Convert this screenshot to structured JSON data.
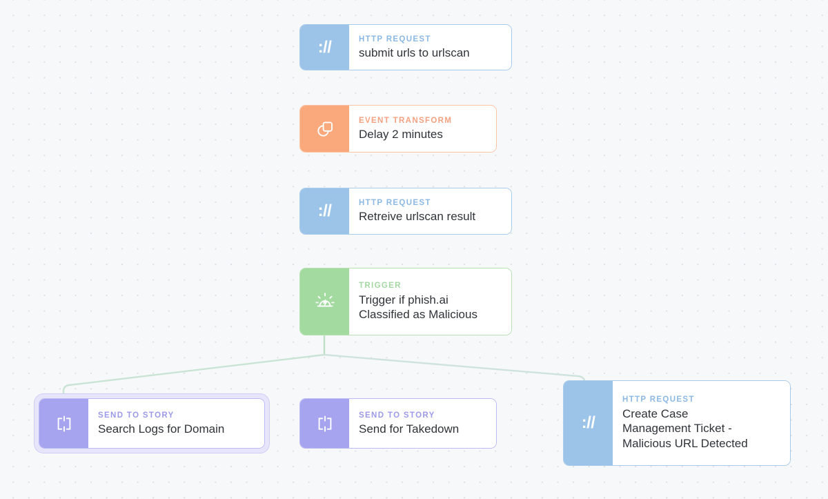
{
  "canvas": {
    "background_color": "#f7f8f9",
    "grid": "dot-grid",
    "grid_dot_color": "#dcdfe3"
  },
  "palette": {
    "http_accent": "#9cc3e8",
    "event_accent": "#f9a97c",
    "trigger_accent": "#a2daa0",
    "story_accent": "#a6a4ef",
    "title_text": "#2f3338",
    "selection_halo": "#e6e5fb"
  },
  "nodes": [
    {
      "id": "submit-urls",
      "kind": "HTTP REQUEST",
      "title": "submit urls to urlscan",
      "type": "http",
      "icon": "http-protocol-icon",
      "selected": false
    },
    {
      "id": "delay",
      "kind": "EVENT TRANSFORM",
      "title": "Delay 2 minutes",
      "type": "event",
      "icon": "shapes-overlap-icon",
      "selected": false
    },
    {
      "id": "retrieve-result",
      "kind": "HTTP REQUEST",
      "title": "Retreive urlscan result",
      "type": "http",
      "icon": "http-protocol-icon",
      "selected": false
    },
    {
      "id": "trigger-phish",
      "kind": "TRIGGER",
      "title": "Trigger if phish.ai\nClassified as Malicious",
      "type": "trigger",
      "icon": "siren-alert-icon",
      "selected": false
    },
    {
      "id": "search-logs",
      "kind": "SEND TO STORY",
      "title": "Search Logs for Domain",
      "type": "story",
      "icon": "send-to-story-icon",
      "selected": true
    },
    {
      "id": "send-takedown",
      "kind": "SEND TO STORY",
      "title": "Send for Takedown",
      "type": "story",
      "icon": "send-to-story-icon",
      "selected": false
    },
    {
      "id": "create-case",
      "kind": "HTTP REQUEST",
      "title": "Create Case\nManagement Ticket -\nMalicious URL Detected",
      "type": "http",
      "icon": "http-protocol-icon",
      "selected": false
    }
  ],
  "http_glyph": "://"
}
